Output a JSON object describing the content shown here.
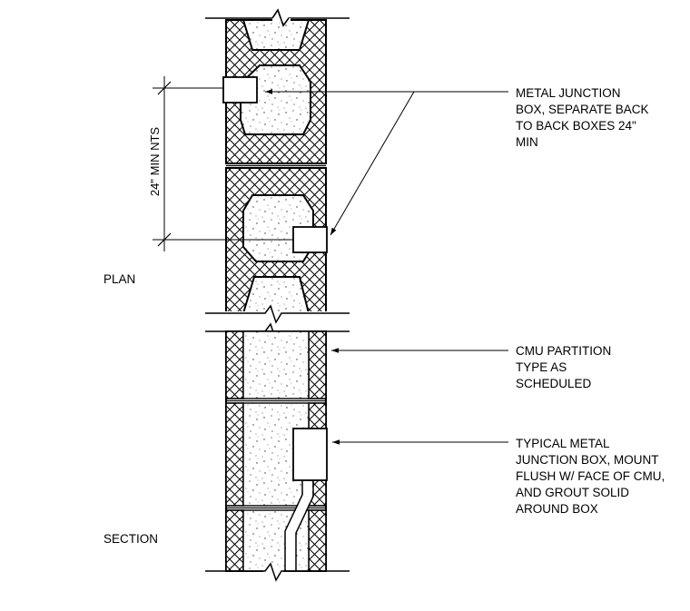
{
  "view_labels": {
    "plan": "PLAN",
    "section": "SECTION"
  },
  "dimension": {
    "label": "24\" MIN NTS"
  },
  "notes": {
    "back_to_back": [
      "METAL JUNCTION",
      "BOX, SEPARATE BACK",
      "TO BACK BOXES 24\"",
      "MIN"
    ],
    "partition": [
      "CMU PARTITION",
      "TYPE AS",
      "SCHEDULED"
    ],
    "typical_box": [
      "TYPICAL METAL",
      "JUNCTION BOX, MOUNT",
      "FLUSH W/ FACE OF CMU,",
      "AND GROUT SOLID",
      "AROUND BOX"
    ]
  }
}
